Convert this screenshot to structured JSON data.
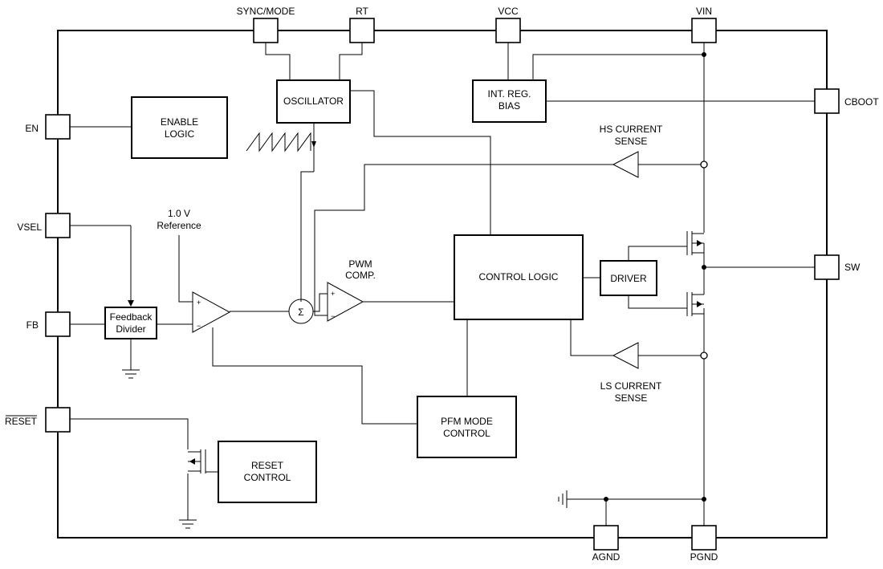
{
  "pins": {
    "sync_mode": "SYNC/MODE",
    "rt": "RT",
    "vcc": "VCC",
    "vin": "VIN",
    "cboot": "CBOOT",
    "en": "EN",
    "vsel": "VSEL",
    "fb": "FB",
    "reset": "RESET",
    "sw": "SW",
    "agnd": "AGND",
    "pgnd": "PGND"
  },
  "blocks": {
    "oscillator": "OSCILLATOR",
    "int_reg_bias": [
      "INT. REG.",
      "BIAS"
    ],
    "enable_logic": [
      "ENABLE",
      "LOGIC"
    ],
    "feedback_divider": [
      "Feedback",
      "Divider"
    ],
    "control_logic": "CONTROL LOGIC",
    "driver": "DRIVER",
    "pfm_mode_control": [
      "PFM MODE",
      "CONTROL"
    ],
    "reset_control": [
      "RESET",
      "CONTROL"
    ]
  },
  "labels": {
    "reference": [
      "1.0 V",
      "Reference"
    ],
    "pwm_comp": [
      "PWM",
      "COMP."
    ],
    "hs_current_sense": [
      "HS CURRENT",
      "SENSE"
    ],
    "ls_current_sense": [
      "LS CURRENT",
      "SENSE"
    ],
    "sum_symbol": "Σ",
    "plus": "+",
    "minus": "−"
  }
}
